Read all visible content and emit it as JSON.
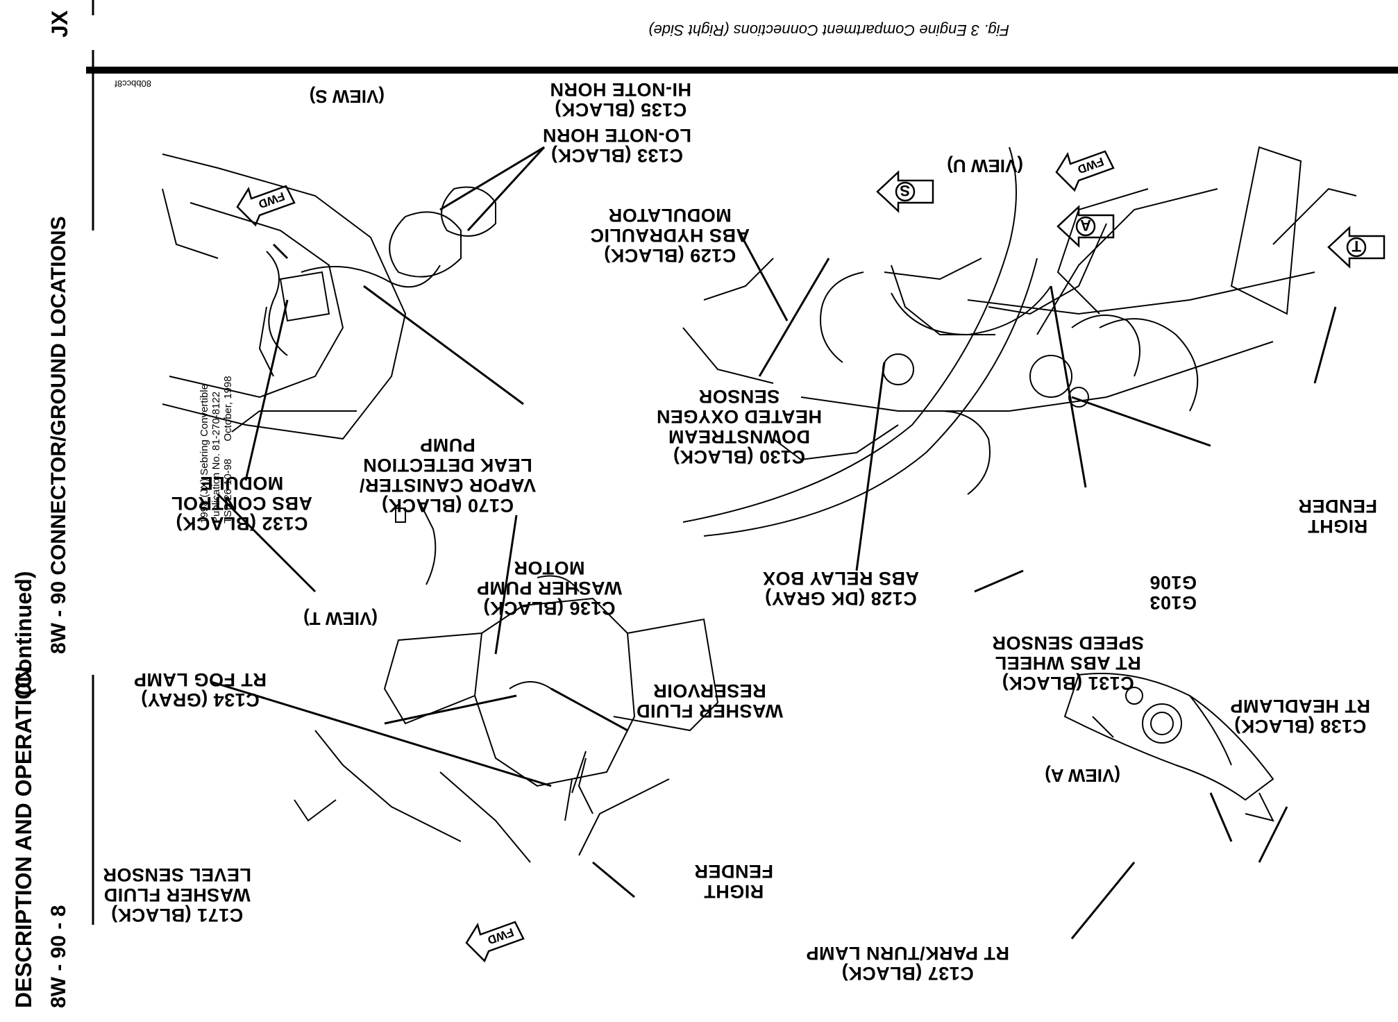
{
  "header": {
    "page_number": "8W - 90 - 8",
    "section_title": "8W - 90 CONNECTOR/GROUND LOCATIONS",
    "model_code": "JX",
    "subsection": "DESCRIPTION AND OPERATION",
    "continued": "(Continued)"
  },
  "publication": {
    "line1": "1998 (JX) Sebring Convertible",
    "line2": "Publication No. 81-270-8122",
    "line3": "TSB 26-10-98      October, 1998"
  },
  "figure": {
    "caption": "Fig. 3 Engine Compartment Connections (Right Side)",
    "code": "80bbcc8f"
  },
  "views": {
    "view_s": "(VIEW S)",
    "view_u": "(VIEW U)",
    "view_t": "(VIEW T)",
    "view_a": "(VIEW A)",
    "fwd": "FWD",
    "tag_t": "T",
    "tag_a": "A",
    "tag_s": "S"
  },
  "labels": {
    "c133": [
      "C133 (BLACK)",
      "LO-NOTE HORN"
    ],
    "c135": [
      "C135 (BLACK)",
      "HI-NOTE HORN"
    ],
    "c132": [
      "C132 (BLACK)",
      "ABS CONTROL",
      "MODULE"
    ],
    "c170": [
      "C170 (BLACK)",
      "VAPOR CANISTER/",
      "LEAK DETECTION",
      "PUMP"
    ],
    "c129": [
      "C129 (BLACK)",
      "ABS HYDRAULIC",
      "MODULATOR"
    ],
    "c130": [
      "C130 (BLACK)",
      "DOWNSTREAM",
      "HEATED OXYGEN",
      "SENSOR"
    ],
    "c128": [
      "C128 (DK GRAY)",
      "ABS RELAY BOX"
    ],
    "g103": [
      "G103",
      "G106"
    ],
    "right_fender_top": [
      "RIGHT",
      "FENDER"
    ],
    "c131": [
      "C131 (BLACK)",
      "RT ABS WHEEL",
      "SPEED SENSOR"
    ],
    "c136": [
      "C136 (BLACK)",
      "WASHER PUMP",
      "MOTOR"
    ],
    "c134": [
      "C134 (GRAY)",
      "RT FOG LAMP"
    ],
    "washer_reservoir": [
      "WASHER FLUID",
      "RESERVOIR"
    ],
    "c171": [
      "C171 (BLACK)",
      "WASHER FLUID",
      "LEVEL SENSOR"
    ],
    "right_fender_bottom": [
      "RIGHT",
      "FENDER"
    ],
    "c138": [
      "C138 (BLACK)",
      "RT HEADLAMP"
    ],
    "c137": [
      "C137 (BLACK)",
      "RT PARK/TURN LAMP"
    ]
  }
}
